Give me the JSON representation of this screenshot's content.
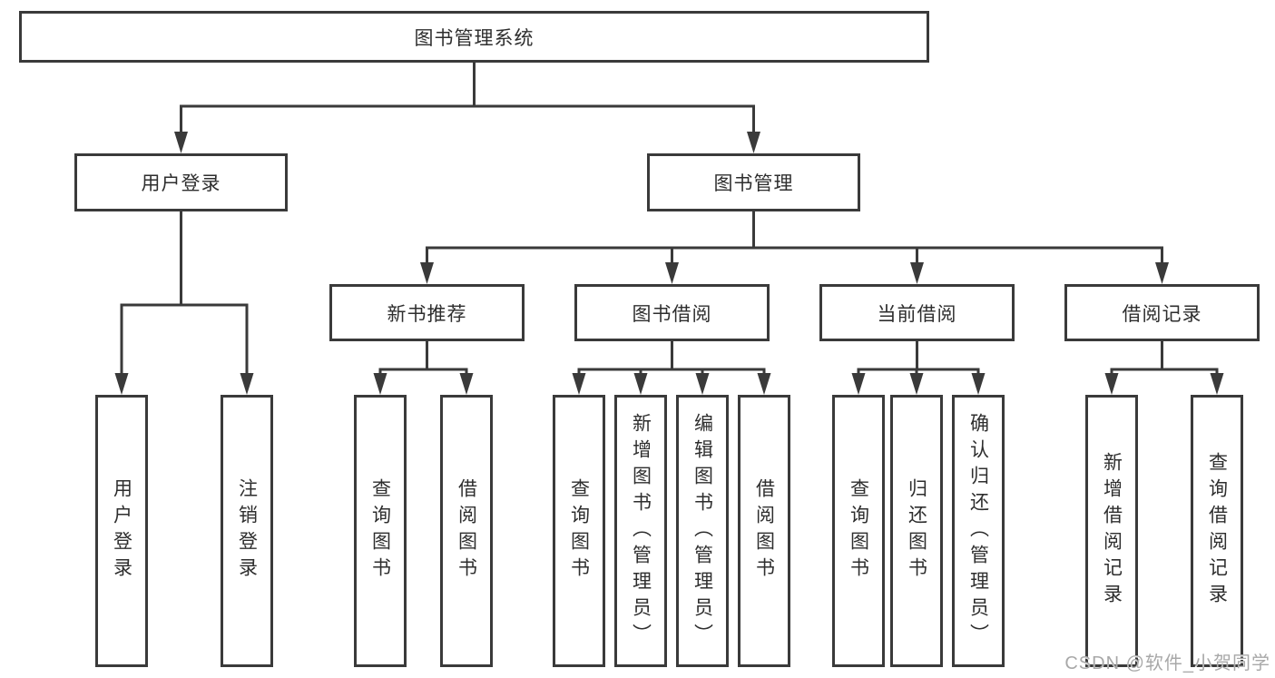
{
  "tree": {
    "label": "图书管理系统",
    "children": [
      {
        "label": "用户登录",
        "children": [
          {
            "label": "用户登录"
          },
          {
            "label": "注销登录"
          }
        ]
      },
      {
        "label": "图书管理",
        "children": [
          {
            "label": "新书推荐",
            "children": [
              {
                "label": "查询图书"
              },
              {
                "label": "借阅图书"
              }
            ]
          },
          {
            "label": "图书借阅",
            "children": [
              {
                "label": "查询图书"
              },
              {
                "label": "新增图书（管理员）"
              },
              {
                "label": "编辑图书（管理员）"
              },
              {
                "label": "借阅图书"
              }
            ]
          },
          {
            "label": "当前借阅",
            "children": [
              {
                "label": "查询图书"
              },
              {
                "label": "归还图书"
              },
              {
                "label": "确认归还（管理员）"
              }
            ]
          },
          {
            "label": "借阅记录",
            "children": [
              {
                "label": "新增借阅记录"
              },
              {
                "label": "查询借阅记录"
              }
            ]
          }
        ]
      }
    ]
  },
  "watermark": {
    "text": "CSDN @软件_小贺同学"
  },
  "colors": {
    "line": "#3a3a3a",
    "text": "#2e2e2e",
    "background": "#ffffff",
    "watermark": "#a8a8a8"
  }
}
